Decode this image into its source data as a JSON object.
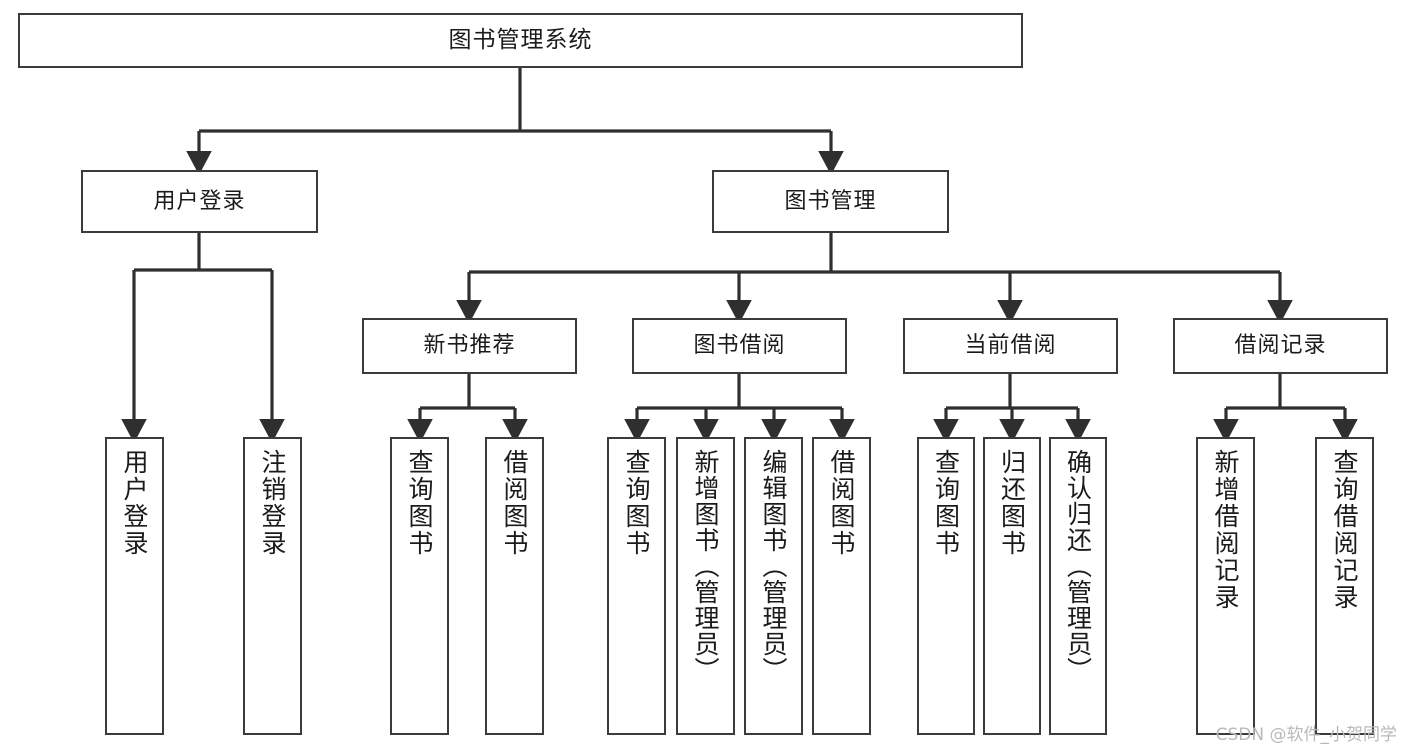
{
  "diagram": {
    "type": "tree-hierarchy",
    "title": "图书管理系统",
    "orientation": "top-down",
    "colors": {
      "box_border": "#3b3b3b",
      "box_fill": "#ffffff",
      "edge": "#2f2f2f",
      "text": "#1b1b1b",
      "watermark": "#b9b9b9"
    }
  },
  "nodes": {
    "root": {
      "label": "图书管理系统",
      "level": 1
    },
    "level2": [
      {
        "id": "user-login",
        "label": "用户登录"
      },
      {
        "id": "book-manage",
        "label": "图书管理"
      }
    ],
    "level3": [
      {
        "id": "new-book-recommend",
        "label": "新书推荐",
        "parent": "book-manage"
      },
      {
        "id": "book-borrow",
        "label": "图书借阅",
        "parent": "book-manage"
      },
      {
        "id": "current-borrow",
        "label": "当前借阅",
        "parent": "book-manage"
      },
      {
        "id": "borrow-record",
        "label": "借阅记录",
        "parent": "book-manage"
      }
    ],
    "leaves": [
      {
        "id": "leaf-user-login",
        "label": "用户登录",
        "parent": "user-login"
      },
      {
        "id": "leaf-logout",
        "label": "注销登录",
        "parent": "user-login"
      },
      {
        "id": "leaf-query-book-1",
        "label": "查询图书",
        "parent": "new-book-recommend"
      },
      {
        "id": "leaf-borrow-book-1",
        "label": "借阅图书",
        "parent": "new-book-recommend"
      },
      {
        "id": "leaf-query-book-2",
        "label": "查询图书",
        "parent": "book-borrow"
      },
      {
        "id": "leaf-add-book",
        "label": "新增图书（管理员）",
        "parent": "book-borrow"
      },
      {
        "id": "leaf-edit-book",
        "label": "编辑图书（管理员）",
        "parent": "book-borrow"
      },
      {
        "id": "leaf-borrow-book-2",
        "label": "借阅图书",
        "parent": "book-borrow"
      },
      {
        "id": "leaf-query-book-3",
        "label": "查询图书",
        "parent": "current-borrow"
      },
      {
        "id": "leaf-return-book",
        "label": "归还图书",
        "parent": "current-borrow"
      },
      {
        "id": "leaf-confirm-return",
        "label": "确认归还（管理员）",
        "parent": "current-borrow"
      },
      {
        "id": "leaf-add-record",
        "label": "新增借阅记录",
        "parent": "borrow-record"
      },
      {
        "id": "leaf-query-record",
        "label": "查询借阅记录",
        "parent": "borrow-record"
      }
    ]
  },
  "watermark": {
    "text": "CSDN @软件_小贺同学"
  }
}
